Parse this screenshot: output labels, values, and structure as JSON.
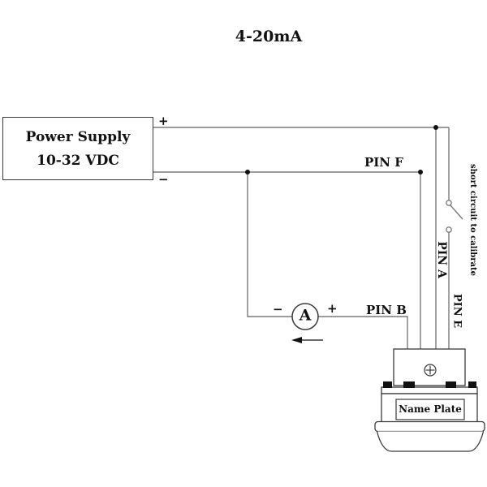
{
  "title": "4-20mA",
  "power_supply": {
    "name": "Power Supply",
    "voltage": "10-32 VDC",
    "plus_label": "+",
    "minus_label": "−"
  },
  "ammeter": {
    "letter": "A",
    "plus_label": "+",
    "minus_label": "−"
  },
  "wiring": {
    "pin_f_label": "PIN F",
    "pin_b_label": "PIN B",
    "pin_a_label": "PIN A",
    "pin_e_label": "PIN E",
    "calibrate_note": "short circuit to calibrate"
  },
  "sensor": {
    "name_plate": "Name Plate"
  },
  "colors": {
    "background": "#ffffff",
    "wire": "#7a7a7a",
    "outline": "#3a3a3a",
    "text": "#111111",
    "junction_dot": "#111111"
  }
}
